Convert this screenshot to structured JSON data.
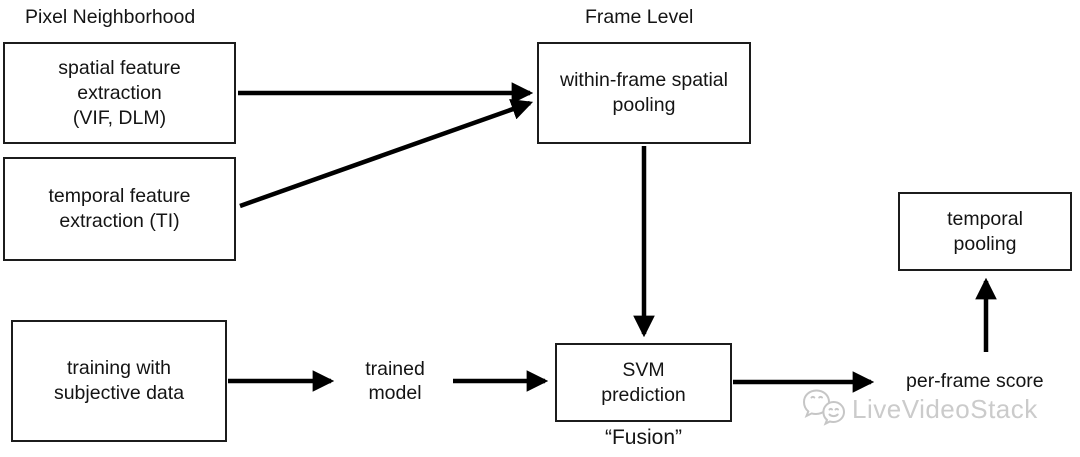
{
  "diagram": {
    "labels": {
      "pixel_neighborhood": "Pixel Neighborhood",
      "frame_level": "Frame Level",
      "trained_model": "trained\nmodel",
      "per_frame_score": "per-frame score",
      "fusion": "“Fusion”"
    },
    "nodes": {
      "spatial_feature": "spatial feature\nextraction\n(VIF, DLM)",
      "temporal_feature": "temporal feature\nextraction (TI)",
      "within_frame_pooling": "within-frame spatial\npooling",
      "temporal_pooling": "temporal\npooling",
      "training": "training with\nsubjective data",
      "svm_prediction": "SVM\nprediction"
    },
    "edges": [
      {
        "from": "spatial_feature",
        "to": "within_frame_pooling"
      },
      {
        "from": "temporal_feature",
        "to": "within_frame_pooling"
      },
      {
        "from": "within_frame_pooling",
        "to": "svm_prediction"
      },
      {
        "from": "training",
        "to": "trained_model"
      },
      {
        "from": "trained_model",
        "to": "svm_prediction"
      },
      {
        "from": "svm_prediction",
        "to": "per_frame_score"
      },
      {
        "from": "per_frame_score",
        "to": "temporal_pooling"
      }
    ],
    "watermark": {
      "text": "LiveVideoStack",
      "icon": "chat-bubbles-icon",
      "color": "#cbcbcb"
    },
    "colors": {
      "line": "#000000",
      "text": "#141414",
      "background": "#ffffff"
    }
  }
}
